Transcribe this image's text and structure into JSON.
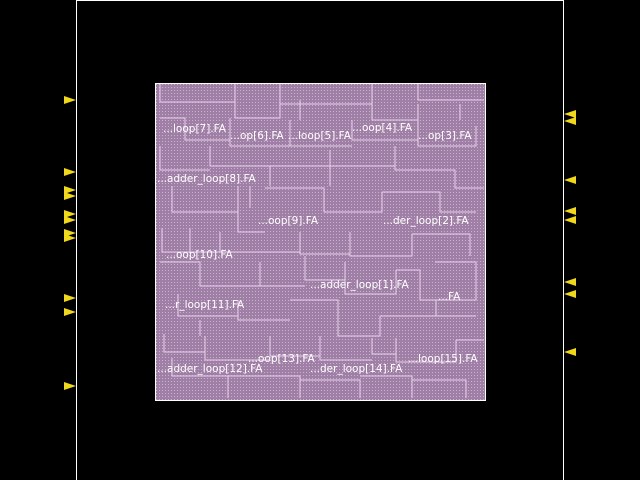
{
  "colors": {
    "background": "#000000",
    "die_outline": "#ffffff",
    "core_fill": "#a07fa6",
    "cell_outline": "#e9d0ee",
    "pin": "#f0d81c",
    "label": "#ffffff"
  },
  "instances": [
    {
      "id": "inst-7",
      "label": "...loop[7].FA"
    },
    {
      "id": "inst-6",
      "label": "...op[6].FA"
    },
    {
      "id": "inst-5",
      "label": "...loop[5].FA"
    },
    {
      "id": "inst-4",
      "label": "...oop[4].FA"
    },
    {
      "id": "inst-3",
      "label": "...op[3].FA"
    },
    {
      "id": "inst-8",
      "label": "...adder_loop[8].FA"
    },
    {
      "id": "inst-9",
      "label": "...oop[9].FA"
    },
    {
      "id": "inst-2",
      "label": "...der_loop[2].FA"
    },
    {
      "id": "inst-10",
      "label": "...oop[10].FA"
    },
    {
      "id": "inst-1",
      "label": "...adder_loop[1].FA"
    },
    {
      "id": "inst-0",
      "label": "...FA"
    },
    {
      "id": "inst-11",
      "label": "...r_loop[11].FA"
    },
    {
      "id": "inst-13",
      "label": "...oop[13].FA"
    },
    {
      "id": "inst-15",
      "label": "...loop[15].FA"
    },
    {
      "id": "inst-12",
      "label": "...adder_loop[12].FA"
    },
    {
      "id": "inst-14",
      "label": "...der_loop[14].FA"
    }
  ]
}
